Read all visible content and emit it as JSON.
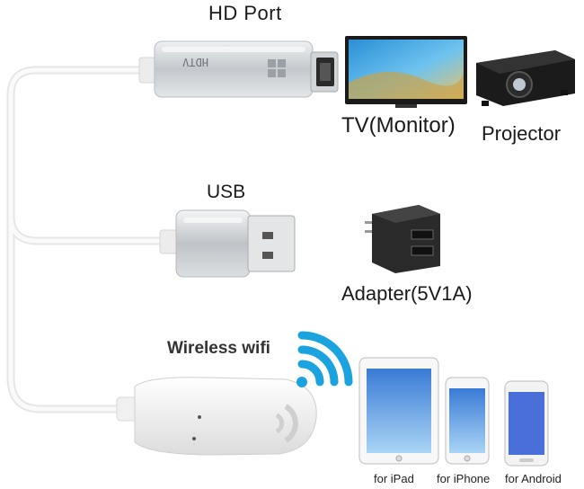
{
  "labels": {
    "hd_port": "HD Port",
    "usb": "USB",
    "tv": "TV(Monitor)",
    "projector": "Projector",
    "adapter": "Adapter(5V1A)",
    "wireless": "Wireless wifi",
    "ipad": "for iPad",
    "iphone": "for iPhone",
    "android": "for Android"
  },
  "connector_text": "HDTV",
  "icons": [
    "hdmi-connector",
    "usb-connector",
    "wifi-dongle",
    "wifi-signal-icon",
    "tv-monitor",
    "projector",
    "power-adapter",
    "ipad",
    "iphone",
    "android-phone"
  ],
  "colors": {
    "wifi_blue": "#1ba3e0",
    "cable": "#f2f2f2",
    "metal": "#c9ccd0"
  }
}
